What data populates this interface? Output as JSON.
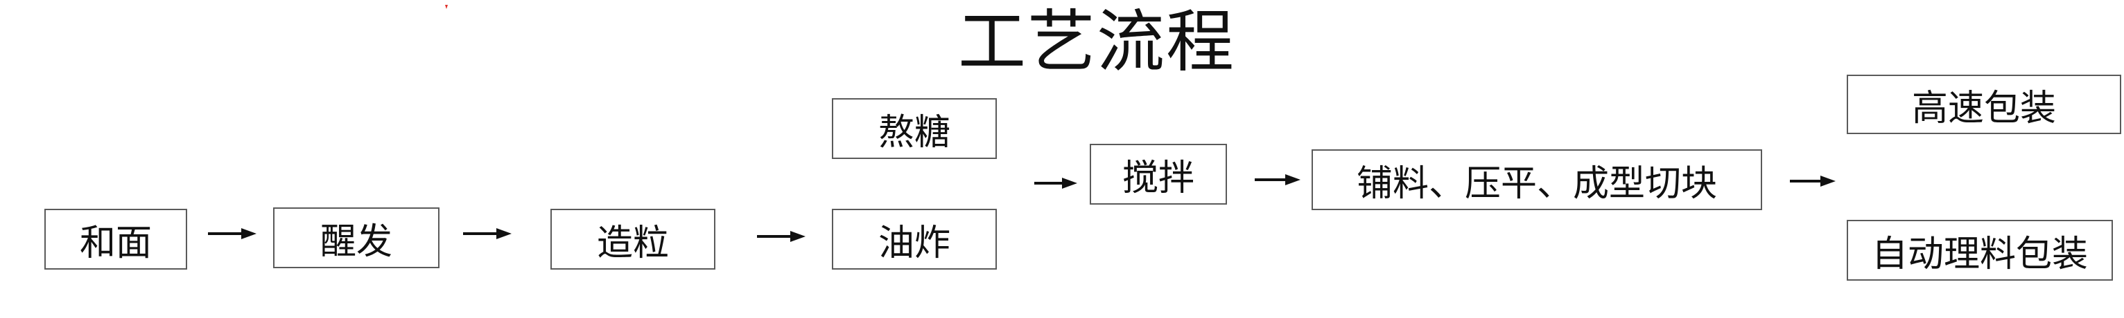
{
  "title": "工艺流程",
  "steps": {
    "mixing_dough": "和面",
    "proofing": "醒发",
    "granulating": "造粒",
    "sugar_boiling": "熬糖",
    "frying": "油炸",
    "stirring": "搅拌",
    "spreading_pressing_cutting": "铺料、压平、成型切块",
    "high_speed_packing": "高速包装",
    "auto_arrange_packing": "自动理料包装"
  },
  "colors": {
    "box_border": "#5a5a5a",
    "arrow": "#111111",
    "text": "#111111",
    "mark": "#e0302a"
  }
}
